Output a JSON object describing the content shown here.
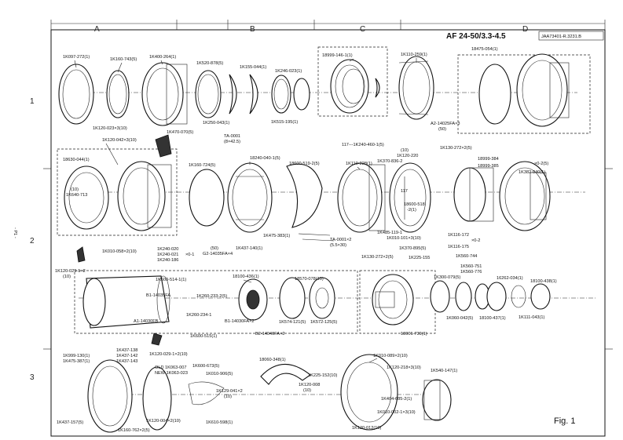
{
  "title": "AF 24-50/3.3-4.5",
  "doc_code": "JAA73401-R.3231.B",
  "page_marker": "- P1 -",
  "figure_label": "Fig. 1",
  "columns": [
    "A",
    "B",
    "C",
    "D"
  ],
  "rows": [
    "1",
    "2",
    "3"
  ],
  "parts": {
    "p1": "1K097-272(1)",
    "p2": "1K160-743(5)",
    "p3": "1K400-264(1)",
    "p4": "1K520-878(5)",
    "p5": "1K155-044(1)",
    "p6": "1K246-023(1)",
    "p7": "18999-146-1(1)",
    "p8": "1K110-259(1)",
    "p9": "18475-054(1)",
    "p10": "1K120-023×3(10)",
    "p11": "1K250-043(1)",
    "p12": "1K515-195(1)",
    "p13": "A2-14025FA×3",
    "p13b": "(50)",
    "p14": "1K120-042×3(10)",
    "p15": "1K470-070(5)",
    "p16": "TA-0001",
    "p16b": "(8×42.5)",
    "p17": "18630-044(1)",
    "p18": "(10)",
    "p19": "1K640-713",
    "p20": "1K160-724(5)",
    "p21": "18240-040-1(5)",
    "p22": "18600-519-2(5)",
    "p23": "1K110-228(1)",
    "p24": "117---1K240-460-1(5)",
    "p25": "1K370-836-2",
    "p26": "1K120-220",
    "p26b": "(10)",
    "p27": "117",
    "p28": "18600-518",
    "p28b": "-2(1)",
    "p29": "1K130-272×2(5)",
    "p30": "18999-384",
    "p31": "18999-385",
    "p32": "×0-2(5)",
    "p33": "1K382-040(1)",
    "p34": "1K475-383(1)",
    "p35": "1K437-140(1)",
    "p36": "G2-14035FA×4",
    "p36b": "(50)",
    "p37": "1K240-020",
    "p38": "1K240-021",
    "p39": "1K240-186",
    "p40": "×0-1",
    "p41": "1K010-058×2(10)",
    "p42": "TA-0001×2",
    "p42b": "(5.5×30)",
    "p43": "1K485-119-1",
    "p44": "1K010-101×3(10)",
    "p45": "1K116-172",
    "p46": "×0-2",
    "p47": "1K116-175",
    "p48": "1K120-029-1×2",
    "p48b": "(10)",
    "p49": "1K600-514-1(1)",
    "p50": "B1-14035FA",
    "p51": "1K260-233-2(5)",
    "p52": "1K260-234-1",
    "p53": "A1-14030FB",
    "p54": "B1-14030FA×2",
    "p55": "1K600-515(1)",
    "p56": "18100-436(1)",
    "p57": "18570-078(10)",
    "p58": "1K130-272×2(5)",
    "p59": "1K370-895(5)",
    "p60": "1K225-155",
    "p61": "1K300-079(5)",
    "p62": "1K560-744",
    "p63": "1K560-751",
    "p64": "1K560-776",
    "p65": "16262-034(1)",
    "p66": "18100-438(1)",
    "p67": "B2-14040FA×2",
    "p68": "1K574-121(5)",
    "p69": "1K572-125(5)",
    "p70": "1K060-042(5)",
    "p71": "18100-437(1)",
    "p72": "1K111-043(1)",
    "p73": "18001-739(1)",
    "p74": "1K120-029-1×2(10)",
    "p75": "1K999-130(1)",
    "p76": "1K475-387(1)",
    "p77": "1K437-138",
    "p78": "1K437-142",
    "p79": "1K437-143",
    "p80": "OLD 1K063-007",
    "p81": "NEW 1K063-023",
    "p82": "1K600-673(5)",
    "p83": "1K010-906(5)",
    "p84": "1K129-041×2",
    "p84b": "(10)",
    "p85": "18060-348(1)",
    "p86": "1K225-152(10)",
    "p87": "1K120-008",
    "p87b": "(10)",
    "p88": "1K010-089×2(10)",
    "p89": "1K120-218×3(10)",
    "p90": "1K540-147(1)",
    "p91": "1K404-685-2(1)",
    "p92": "1K010-002-1×3(10)",
    "p93": "1K120-012(10)",
    "p94": "1K437-157(5)",
    "p95": "1K160-762×2(5)",
    "p96": "1K120-004×2(10)",
    "p97": "1K610-598(1)"
  }
}
